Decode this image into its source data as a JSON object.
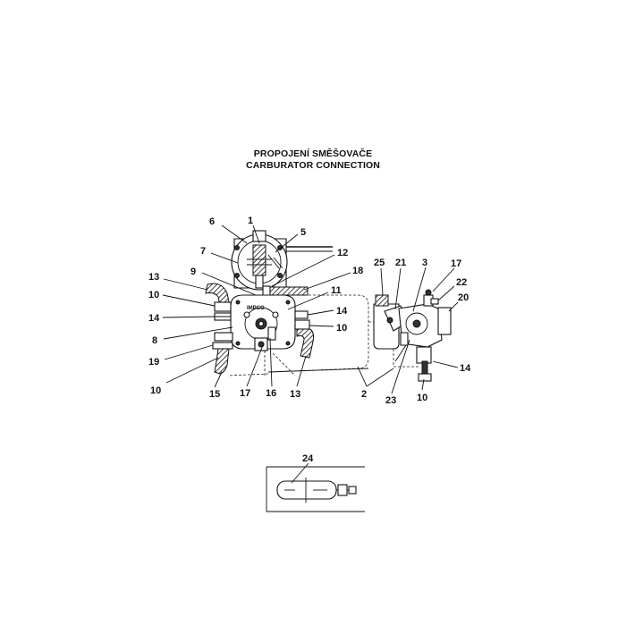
{
  "title_cz": "PROPOJENÍ SMĚŠOVAČE",
  "title_en": "CARBURATOR CONNECTION",
  "brand_text": "IMPCO",
  "labels": {
    "l1": "1",
    "l2": "2",
    "l3": "3",
    "l5": "5",
    "l6": "6",
    "l7": "7",
    "l8": "8",
    "l9": "9",
    "l10a": "10",
    "l10b": "10",
    "l10c": "10",
    "l10d": "10",
    "l11": "11",
    "l12": "12",
    "l13a": "13",
    "l13b": "13",
    "l14a": "14",
    "l14b": "14",
    "l14c": "14",
    "l15": "15",
    "l16": "16",
    "l17a": "17",
    "l17b": "17",
    "l18": "18",
    "l19": "19",
    "l20": "20",
    "l21": "21",
    "l22": "22",
    "l23": "23",
    "l24": "24",
    "l25": "25"
  }
}
